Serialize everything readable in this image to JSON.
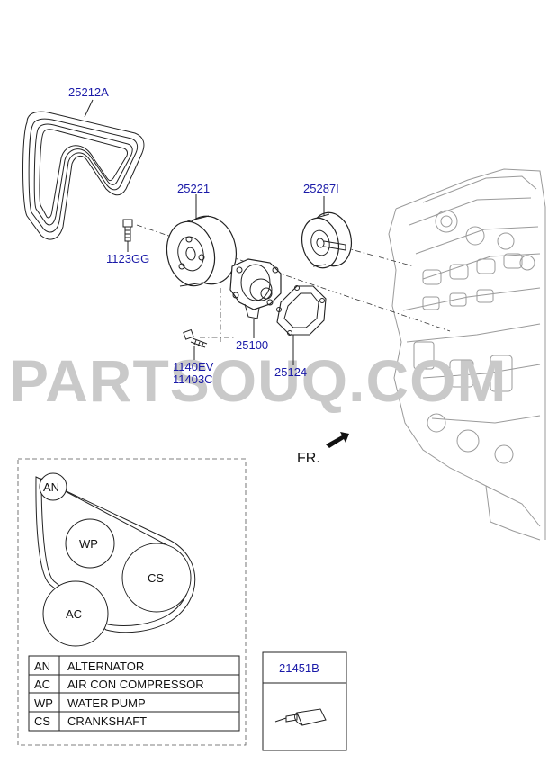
{
  "watermark": "PARTSOUQ.COM",
  "direction_label": "FR.",
  "callouts": {
    "belt": "25212A",
    "pulley": "25221",
    "idler": "25287I",
    "bolt_pulley": "1123GG",
    "pump": "25100",
    "bolt_pump_1": "1140EV",
    "bolt_pump_2": "11403C",
    "gasket": "25124",
    "sealant": "21451B"
  },
  "belt_routing": {
    "pulleys": [
      "AN",
      "WP",
      "CS",
      "AC"
    ]
  },
  "legend": [
    {
      "code": "AN",
      "name": "ALTERNATOR"
    },
    {
      "code": "AC",
      "name": "AIR CON COMPRESSOR"
    },
    {
      "code": "WP",
      "name": "WATER PUMP"
    },
    {
      "code": "CS",
      "name": "CRANKSHAFT"
    }
  ]
}
